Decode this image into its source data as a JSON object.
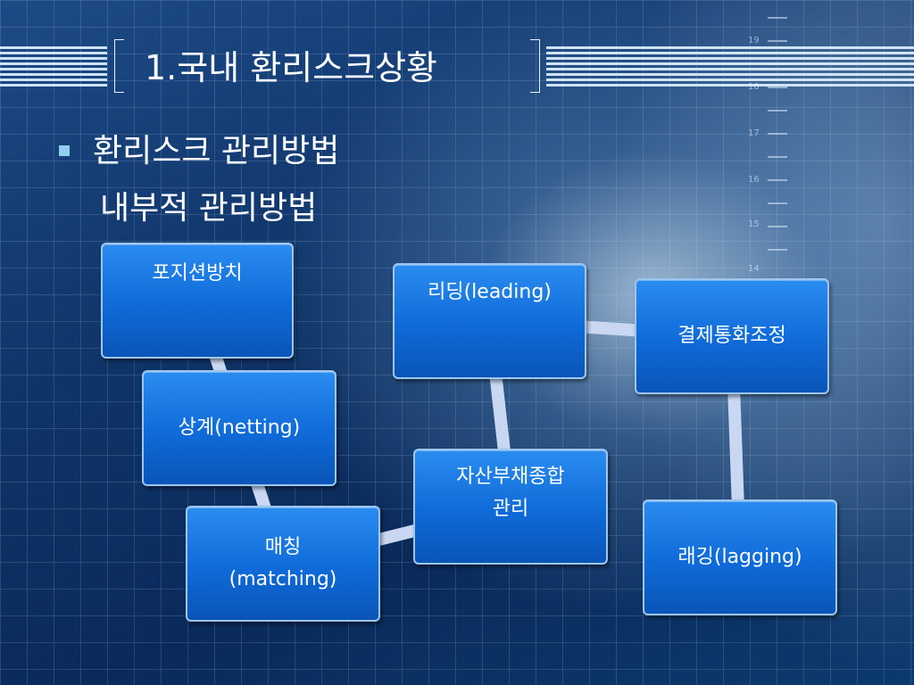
{
  "slide": {
    "title": "1.국내 환리스크상황",
    "bullet": {
      "heading": "환리스크 관리방법",
      "subheading": "내부적 관리방법"
    },
    "ruler_labels": [
      "19",
      "18",
      "17",
      "16",
      "15",
      "14"
    ]
  },
  "diagram": {
    "nodes": {
      "position": "포지션방치",
      "netting": "상계(netting)",
      "matching": "매칭\n(matching)",
      "leading": "리딩(leading)",
      "settlement": "결제통화조정",
      "asset": "자산부채종합\n관리",
      "lagging": "래깅(lagging)"
    },
    "connections": [
      [
        "position",
        "netting"
      ],
      [
        "netting",
        "matching"
      ],
      [
        "matching",
        "asset"
      ],
      [
        "asset",
        "leading"
      ],
      [
        "leading",
        "settlement"
      ],
      [
        "settlement",
        "lagging"
      ]
    ]
  },
  "colors": {
    "node_fill": "#1577e6",
    "node_border": "#9ec6ee",
    "connector": "#c9d7f2",
    "bullet": "#8fd0ef",
    "text": "#ffffff"
  }
}
